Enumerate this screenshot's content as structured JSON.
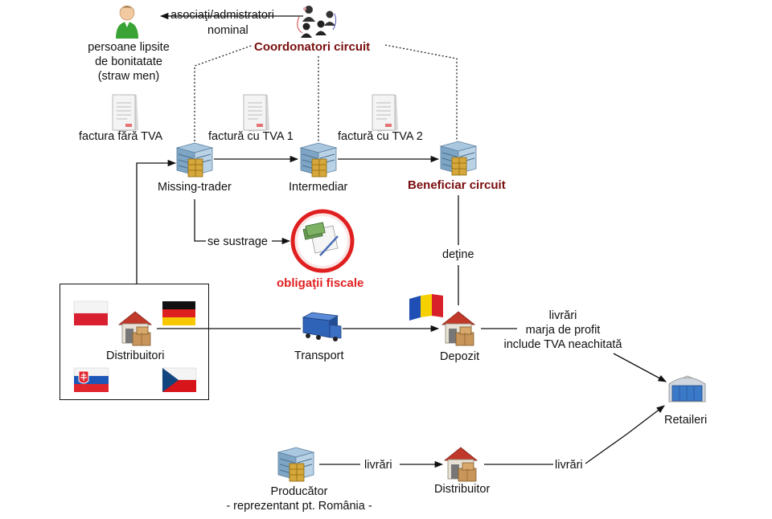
{
  "labels": {
    "straw_top": "asociaţi/admistratori",
    "straw_bottom": "nominal",
    "straw_men": "persoane lipsite\nde bonitatate\n(straw men)",
    "coordinators": "Coordonatori circuit",
    "invoice1": "factura fără TVA",
    "invoice2": "factură cu TVA 1",
    "invoice3": "factură cu TVA 2",
    "missing_trader": "Missing-trader",
    "intermediar": "Intermediar",
    "beneficiar": "Beneficiar circuit",
    "se_sustrage": "se sustrage",
    "obligatii": "obligaţii fiscale",
    "detine": "deţine",
    "distribuitori": "Distribuitori",
    "transport": "Transport",
    "depozit": "Depozit",
    "livrari_profit": "livrări\nmarja de profit\ninclude TVA neachitată",
    "retaileri": "Retaileri",
    "producator": "Producător\n- reprezentant pt. România -",
    "livrari1": "livrări",
    "distribuitor": "Distribuitor",
    "livrari2": "livrări"
  },
  "icons": {
    "person": "person-icon",
    "group": "group-of-people-icon",
    "document": "document-icon",
    "company": "company-building-icon",
    "warehouse": "warehouse-icon",
    "truck": "truck-icon",
    "money": "money-and-document-icon",
    "retail": "retail-store-icon"
  },
  "flags": [
    "Poland",
    "Germany",
    "Slovakia",
    "Czech Republic",
    "Romania"
  ],
  "colors": {
    "coordinators_red": "#7a0d0d",
    "fiscal_red": "#e02020",
    "person_green": "#3aa335"
  }
}
